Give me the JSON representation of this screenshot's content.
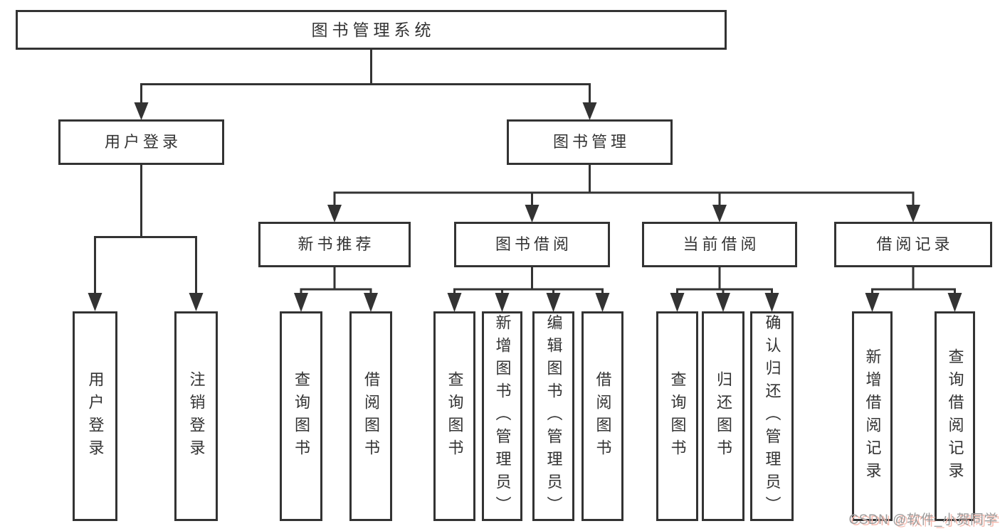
{
  "diagram_title": "图书管理系统",
  "tree": {
    "root": {
      "label": "图书管理系统"
    },
    "level2": [
      {
        "label": "用户登录"
      },
      {
        "label": "图书管理"
      }
    ],
    "level3": [
      {
        "label": "新书推荐",
        "parent": "图书管理"
      },
      {
        "label": "图书借阅",
        "parent": "图书管理"
      },
      {
        "label": "当前借阅",
        "parent": "图书管理"
      },
      {
        "label": "借阅记录",
        "parent": "图书管理"
      }
    ],
    "leaves": [
      {
        "label": "用户登录",
        "parent": "用户登录"
      },
      {
        "label": "注销登录",
        "parent": "用户登录"
      },
      {
        "label": "查询图书",
        "parent": "新书推荐"
      },
      {
        "label": "借阅图书",
        "parent": "新书推荐"
      },
      {
        "label": "查询图书",
        "parent": "图书借阅"
      },
      {
        "label": "新增图书（管理员）",
        "parent": "图书借阅"
      },
      {
        "label": "编辑图书（管理员）",
        "parent": "图书借阅"
      },
      {
        "label": "借阅图书",
        "parent": "图书借阅"
      },
      {
        "label": "查询图书",
        "parent": "当前借阅"
      },
      {
        "label": "归还图书",
        "parent": "当前借阅"
      },
      {
        "label": "确认归还（管理员）",
        "parent": "当前借阅"
      },
      {
        "label": "新增借阅记录",
        "parent": "借阅记录"
      },
      {
        "label": "查询借阅记录",
        "parent": "借阅记录"
      }
    ]
  },
  "watermark": {
    "text": "CSDN @软件_小贺同学"
  },
  "colors": {
    "line": "#333333",
    "box_border": "#333333",
    "box_fill": "#ffffff",
    "text": "#333333",
    "background": "#ffffff",
    "watermark_text": "#9c9c9c",
    "watermark_shadow": "#f6bcb1"
  }
}
